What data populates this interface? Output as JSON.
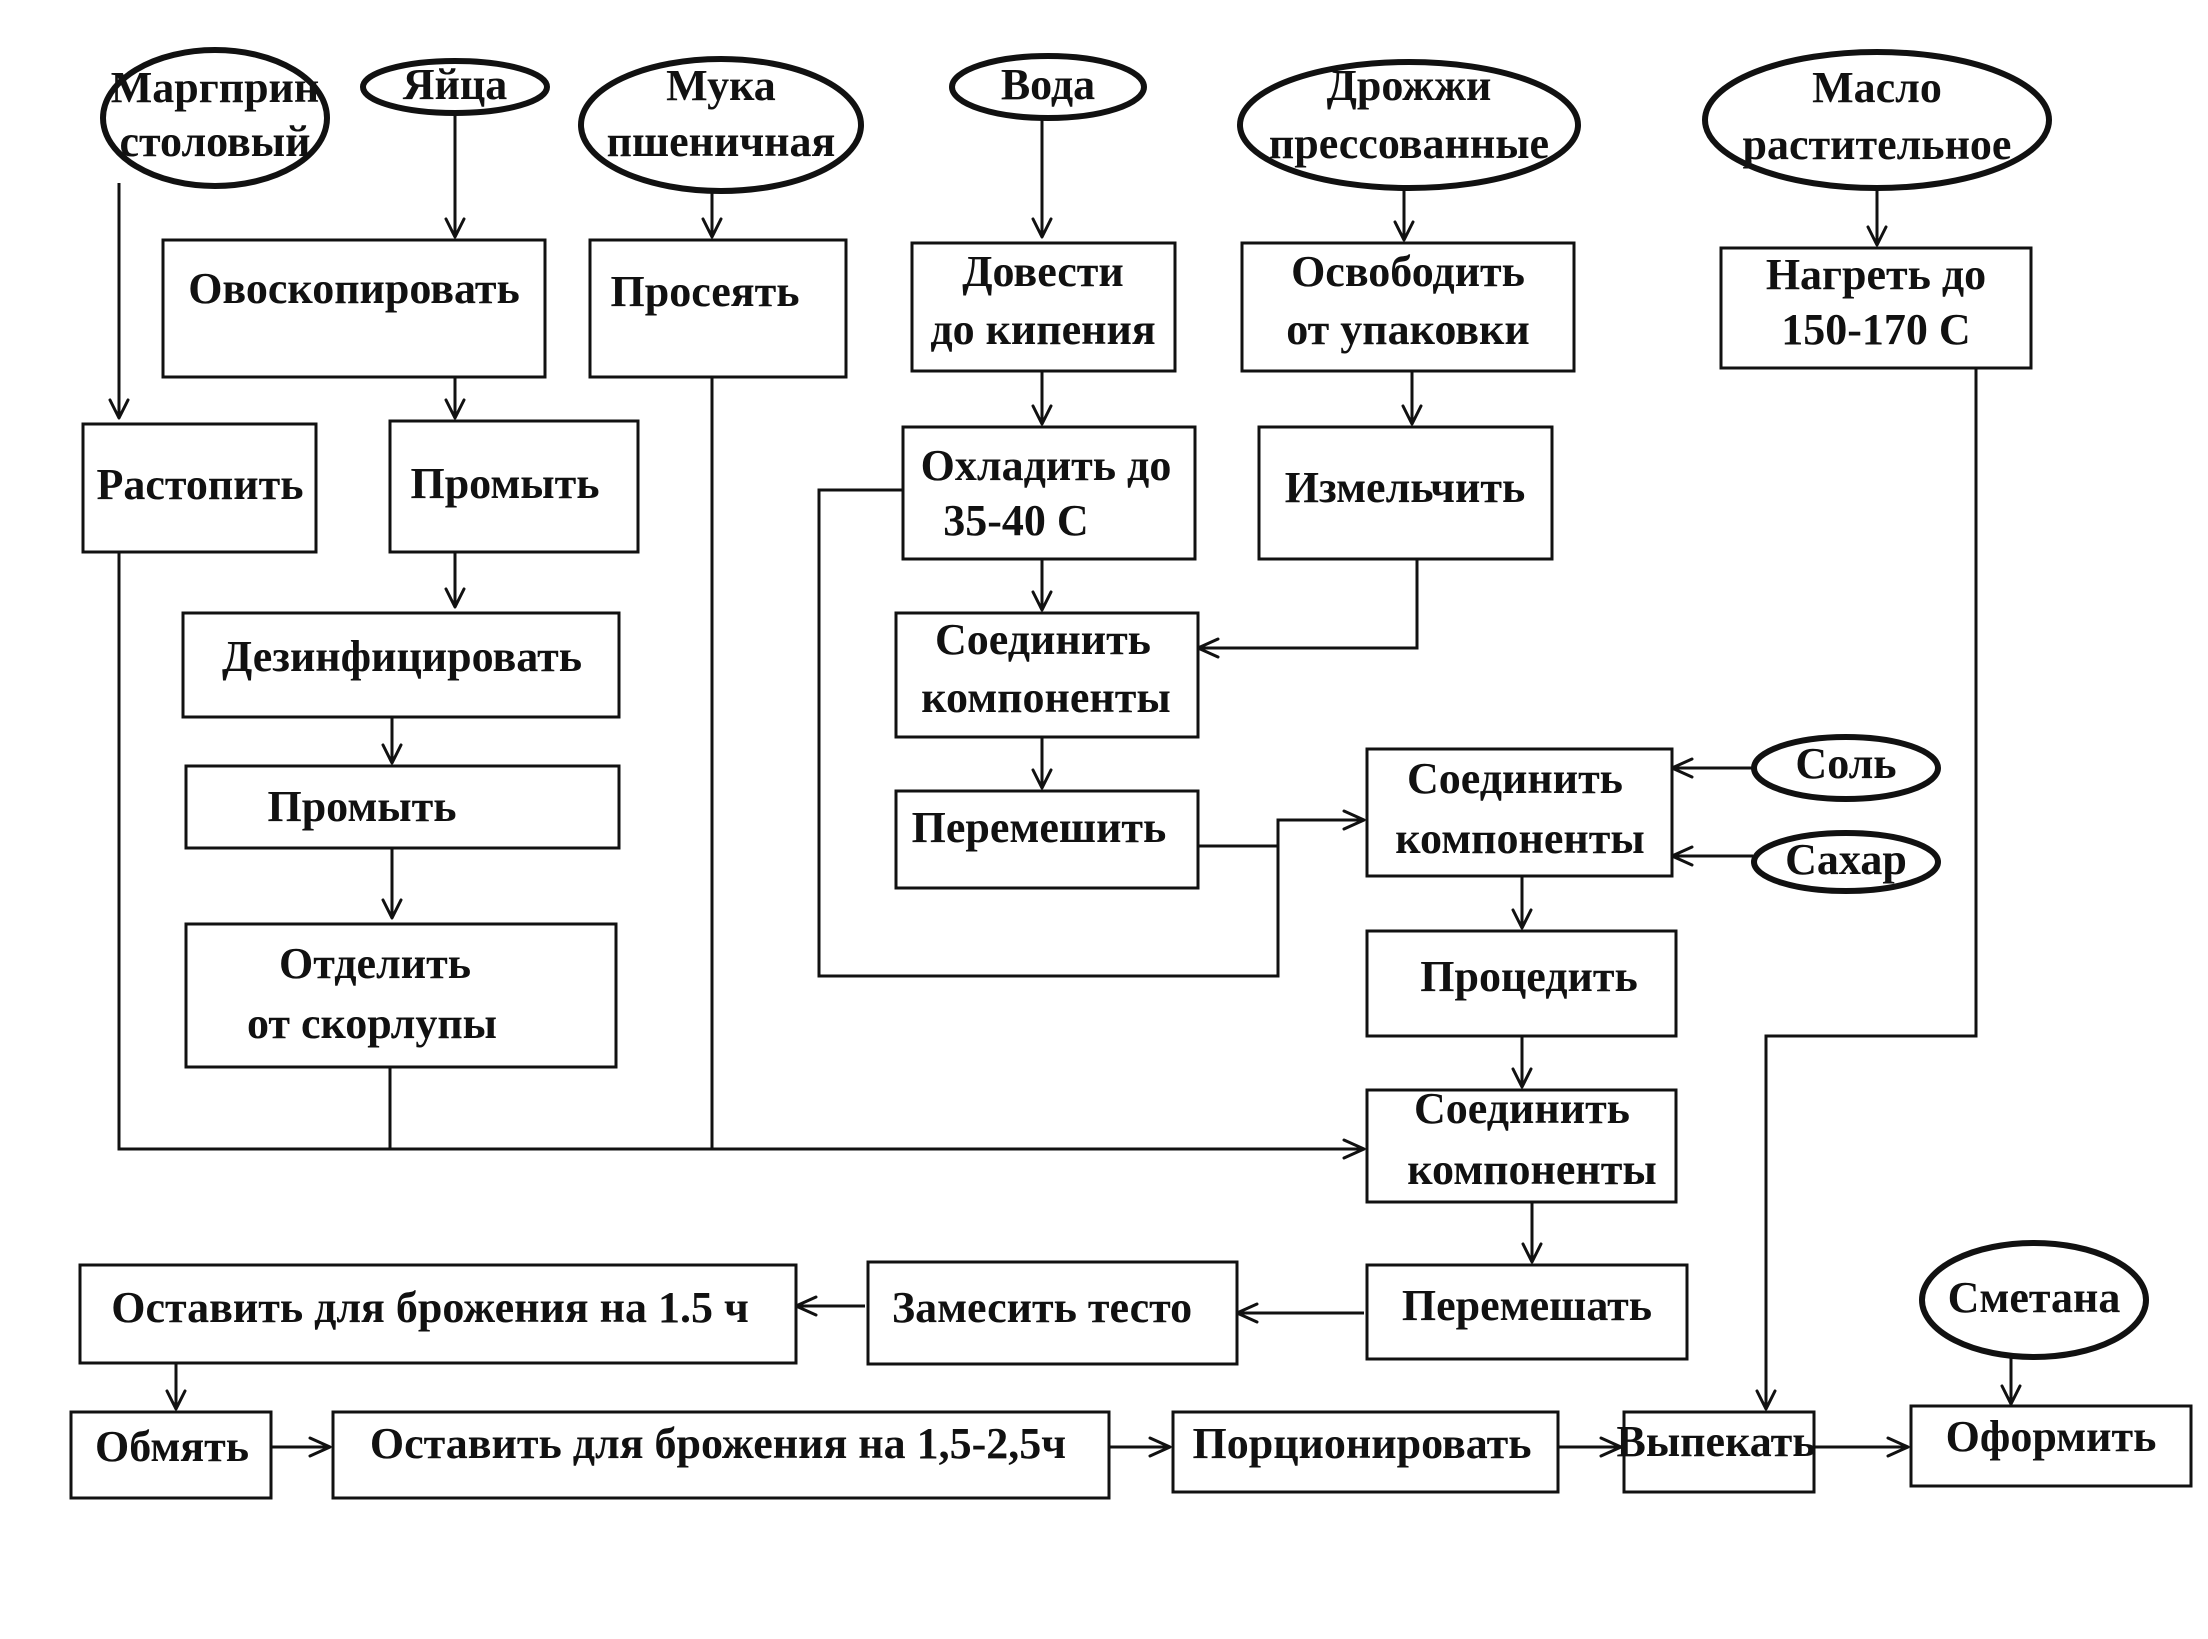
{
  "inputs": {
    "margarine": [
      "Маргприн",
      "столовый"
    ],
    "eggs": [
      "Яйца"
    ],
    "flour": [
      "Мука",
      "пшеничная"
    ],
    "water": [
      "Вода"
    ],
    "yeast": [
      "Дрожжи",
      "прессованные"
    ],
    "oil": [
      "Масло",
      "растительное"
    ],
    "salt": [
      "Соль"
    ],
    "sugar": [
      "Сахар"
    ],
    "sour_cream": [
      "Сметана"
    ]
  },
  "steps": {
    "ovoscope": [
      "Овоскопировать"
    ],
    "sift": [
      "Просеять"
    ],
    "boil": [
      "Довести",
      "до кипения"
    ],
    "unpack": [
      "Освободить",
      "от упаковки"
    ],
    "heat": [
      "Нагреть до",
      "150-170   С"
    ],
    "melt": [
      "Растопить"
    ],
    "wash1": [
      "Промыть"
    ],
    "cool": [
      "Охладить до",
      "35-40    С"
    ],
    "crush": [
      "Измельчить"
    ],
    "disinfect": [
      "Дезинфицировать"
    ],
    "combine1": [
      "Соединить",
      "компоненты"
    ],
    "wash2": [
      "Промыть"
    ],
    "mix1": [
      "Перемешить"
    ],
    "combine2": [
      "Соединить",
      "компоненты"
    ],
    "separate": [
      "Отделить",
      "от скорлупы"
    ],
    "strain": [
      "Процедить"
    ],
    "combine3": [
      "Соединить",
      "компоненты"
    ],
    "mix2": [
      "Перемешать"
    ],
    "knead": [
      "Замесить тесто"
    ],
    "ferment1": [
      "Оставить для брожения на 1.5 ч"
    ],
    "punch": [
      "Обмять"
    ],
    "ferment2": [
      "Оставить для брожения на 1,5-2,5ч"
    ],
    "portion": [
      "Порционировать"
    ],
    "bake": [
      "Выпекать"
    ],
    "decorate": [
      "Оформить"
    ]
  }
}
